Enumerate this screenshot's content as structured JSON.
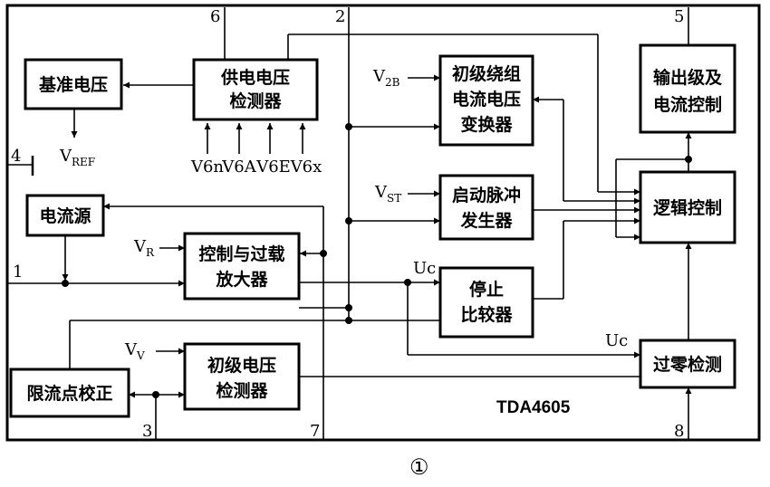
{
  "chip_label": "TDA4605",
  "figure_number": "①",
  "blocks": {
    "ref_voltage": "基准电压",
    "supply_detector": [
      "供电电压",
      "检测器"
    ],
    "primary_winding": [
      "初级绕组",
      "电流电压",
      "变换器"
    ],
    "output_stage": [
      "输出级及",
      "电流控制"
    ],
    "current_source": "电流源",
    "control_amp": [
      "控制与过载",
      "放大器"
    ],
    "start_pulse": [
      "启动脉冲",
      "发生器"
    ],
    "logic_control": "逻辑控制",
    "stop_comparator": [
      "停止",
      "比较器"
    ],
    "primary_voltage": [
      "初级电压",
      "检测器"
    ],
    "limit_point": "限流点校正",
    "zero_cross": "过零检测"
  },
  "pins": [
    "1",
    "2",
    "3",
    "4",
    "5",
    "6",
    "7",
    "8"
  ],
  "signals": {
    "vref": {
      "main": "V",
      "sub": "REF"
    },
    "v2b": {
      "main": "V",
      "sub": "2B"
    },
    "vst": {
      "main": "V",
      "sub": "ST"
    },
    "vr": {
      "main": "V",
      "sub": "R"
    },
    "vv": {
      "main": "V",
      "sub": "V"
    },
    "uc1": "Uc",
    "uc2": "Uc",
    "supply_inputs": [
      "V6n",
      "V6A",
      "V6E",
      "V6x"
    ]
  }
}
